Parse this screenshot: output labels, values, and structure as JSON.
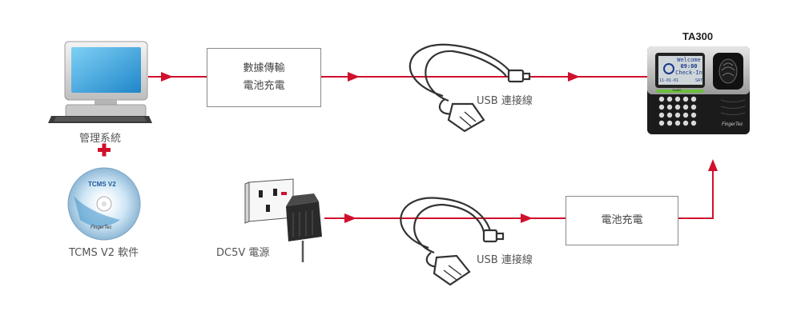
{
  "device": {
    "title": "TA300",
    "screen": {
      "line1": "Welcome",
      "line2": "09:00",
      "line3": "Check-In",
      "line4_left": "11-01-01",
      "line4_right": "SAT"
    },
    "badge": "TA300",
    "brand": "FingerTec"
  },
  "computer": {
    "label": "管理系統"
  },
  "software": {
    "label": "TCMS V2 軟件",
    "disc_title": "TCMS V2",
    "disc_brand": "FingerTec"
  },
  "power": {
    "label": "DC5V 電源"
  },
  "data_box": {
    "line1": "數據傳輸",
    "line2": "電池充電"
  },
  "charge_box": {
    "label": "電池充電"
  },
  "usb_top": {
    "label": "USB 連接線"
  },
  "usb_bottom": {
    "label": "USB 連接線"
  },
  "plus_symbol": "+",
  "colors": {
    "arrow": "#d0102c",
    "box_border": "#8a8a8a",
    "text": "#555555"
  }
}
